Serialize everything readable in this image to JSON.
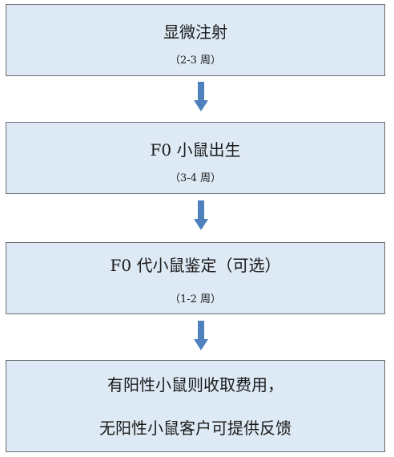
{
  "steps": [
    {
      "title": "显微注射",
      "duration": "（2-3 周）"
    },
    {
      "title": "F0 小鼠出生",
      "duration": "（3-4 周）"
    },
    {
      "title": "F0 代小鼠鉴定（可选）",
      "duration": "（1-2 周）"
    }
  ],
  "final_step": {
    "line1": "有阳性小鼠则收取费用，",
    "line2": "无阳性小鼠客户可提供反馈"
  },
  "colors": {
    "box_fill": "#dde9f4",
    "box_border": "#6d6d6d",
    "arrow": "#4f81bd"
  }
}
